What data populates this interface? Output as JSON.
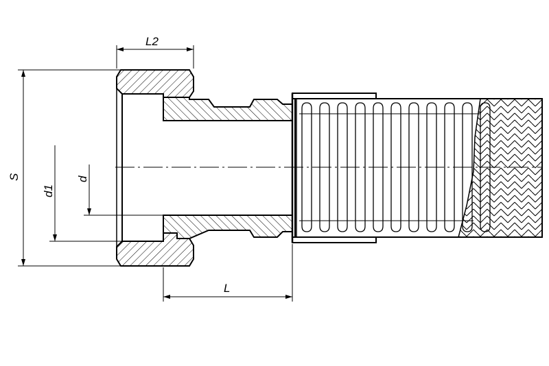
{
  "dimensions": {
    "L2": "L2",
    "S": "S",
    "d1": "d1",
    "d": "d",
    "L": "L"
  },
  "colors": {
    "line": "#000000",
    "hatch": "#000000",
    "background": "#ffffff"
  }
}
